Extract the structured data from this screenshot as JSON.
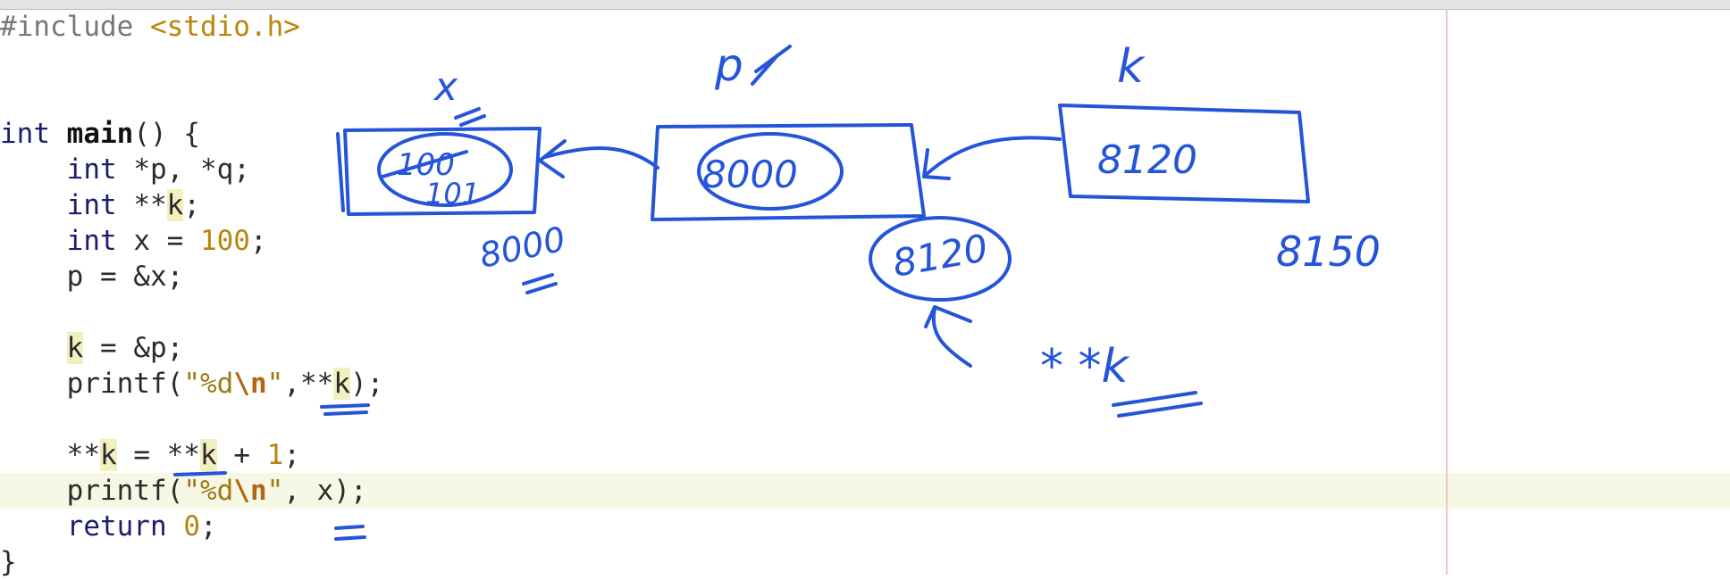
{
  "editor": {
    "lines": [
      {
        "tokens": [
          {
            "t": "#include ",
            "c": "pp"
          },
          {
            "t": "<stdio.h>",
            "c": "inc"
          }
        ]
      },
      {
        "tokens": []
      },
      {
        "tokens": []
      },
      {
        "tokens": [
          {
            "t": "int ",
            "c": "kw"
          },
          {
            "t": "main",
            "c": "bold"
          },
          {
            "t": "() {",
            "c": ""
          }
        ]
      },
      {
        "tokens": [
          {
            "t": "    ",
            "c": ""
          },
          {
            "t": "int",
            "c": "kw"
          },
          {
            "t": " *p, *q;",
            "c": ""
          }
        ]
      },
      {
        "tokens": [
          {
            "t": "    ",
            "c": ""
          },
          {
            "t": "int",
            "c": "kw"
          },
          {
            "t": " **",
            "c": ""
          },
          {
            "t": "k",
            "c": "hl"
          },
          {
            "t": ";",
            "c": ""
          }
        ]
      },
      {
        "tokens": [
          {
            "t": "    ",
            "c": ""
          },
          {
            "t": "int",
            "c": "kw"
          },
          {
            "t": " x = ",
            "c": ""
          },
          {
            "t": "100",
            "c": "num"
          },
          {
            "t": ";",
            "c": ""
          }
        ]
      },
      {
        "tokens": [
          {
            "t": "    p = &x;",
            "c": ""
          }
        ]
      },
      {
        "tokens": []
      },
      {
        "tokens": [
          {
            "t": "    ",
            "c": ""
          },
          {
            "t": "k",
            "c": "hl"
          },
          {
            "t": " = &p;",
            "c": ""
          }
        ]
      },
      {
        "tokens": [
          {
            "t": "    printf(",
            "c": ""
          },
          {
            "t": "\"%d",
            "c": "str"
          },
          {
            "t": "\\n",
            "c": "esc"
          },
          {
            "t": "\"",
            "c": "str"
          },
          {
            "t": ",**",
            "c": ""
          },
          {
            "t": "k",
            "c": "hl"
          },
          {
            "t": ");",
            "c": ""
          }
        ]
      },
      {
        "tokens": []
      },
      {
        "tokens": [
          {
            "t": "    **",
            "c": ""
          },
          {
            "t": "k",
            "c": "hl"
          },
          {
            "t": " = **",
            "c": ""
          },
          {
            "t": "k",
            "c": "hl"
          },
          {
            "t": " + ",
            "c": ""
          },
          {
            "t": "1",
            "c": "num"
          },
          {
            "t": ";",
            "c": ""
          }
        ]
      },
      {
        "tokens": [
          {
            "t": "    printf(",
            "c": ""
          },
          {
            "t": "\"%d",
            "c": "str"
          },
          {
            "t": "\\n",
            "c": "esc"
          },
          {
            "t": "\"",
            "c": "str"
          },
          {
            "t": ", x);",
            "c": ""
          }
        ]
      },
      {
        "tokens": [
          {
            "t": "    ",
            "c": ""
          },
          {
            "t": "return",
            "c": "kw"
          },
          {
            "t": " ",
            "c": ""
          },
          {
            "t": "0",
            "c": "num"
          },
          {
            "t": ";",
            "c": ""
          }
        ]
      },
      {
        "tokens": [
          {
            "t": "}",
            "c": ""
          }
        ]
      }
    ],
    "current_line_index": 13
  },
  "annotations": {
    "label_x": "x",
    "label_p": "p",
    "label_k": "k",
    "box_x_old_value": "100",
    "box_x_value": "101",
    "box_x_address": "8000",
    "box_p_value": "8000",
    "box_p_address": "8120",
    "box_k_value": "8120",
    "box_k_address": "8150",
    "deref_note": "* *k"
  },
  "colors": {
    "ink": "#2454d9",
    "current_line": "#f7f7e6",
    "highlight": "#f3f0bf"
  }
}
